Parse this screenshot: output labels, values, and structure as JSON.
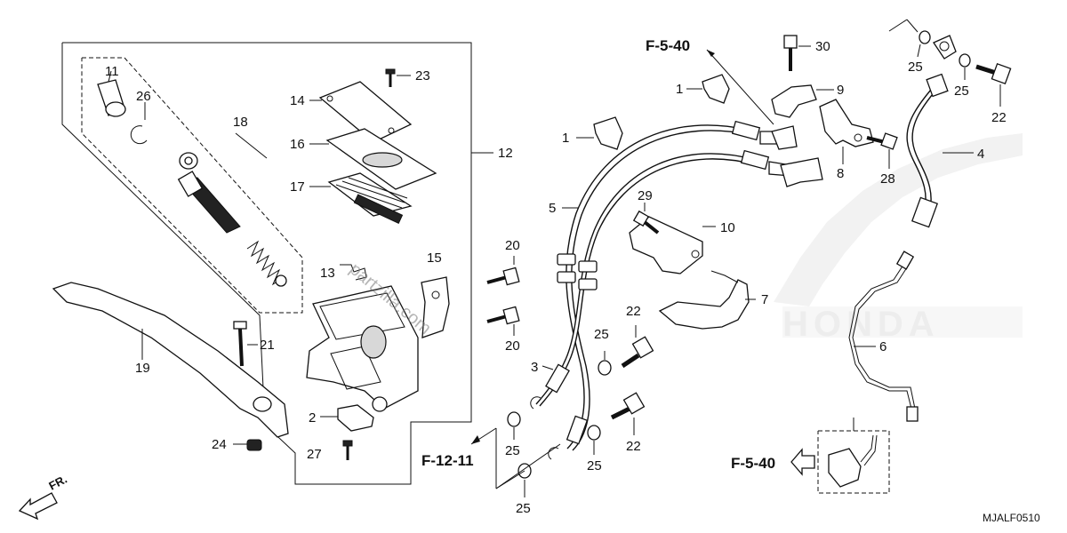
{
  "diagram": {
    "callouts": {
      "c1a": "1",
      "c1b": "1",
      "c2": "2",
      "c3": "3",
      "c4": "4",
      "c5": "5",
      "c6": "6",
      "c7": "7",
      "c8": "8",
      "c9": "9",
      "c10": "10",
      "c11": "11",
      "c12": "12",
      "c13": "13",
      "c14": "14",
      "c15": "15",
      "c16": "16",
      "c17": "17",
      "c18": "18",
      "c19": "19",
      "c20a": "20",
      "c20b": "20",
      "c21": "21",
      "c22a": "22",
      "c22b": "22",
      "c22c": "22",
      "c23": "23",
      "c24": "24",
      "c25a": "25",
      "c25b": "25",
      "c25c": "25",
      "c25d": "25",
      "c25e": "25",
      "c25f": "25",
      "c26": "26",
      "c27": "27",
      "c28": "28",
      "c29": "29",
      "c30": "30"
    },
    "refs": {
      "f540_top": "F-5-40",
      "f1211": "F-12-11",
      "f540_bottom": "F-5-40"
    },
    "front_label": "FR.",
    "watermark": "partzilla.com",
    "brand_watermark": "HONDA",
    "diagram_code": "MJALF0510"
  }
}
